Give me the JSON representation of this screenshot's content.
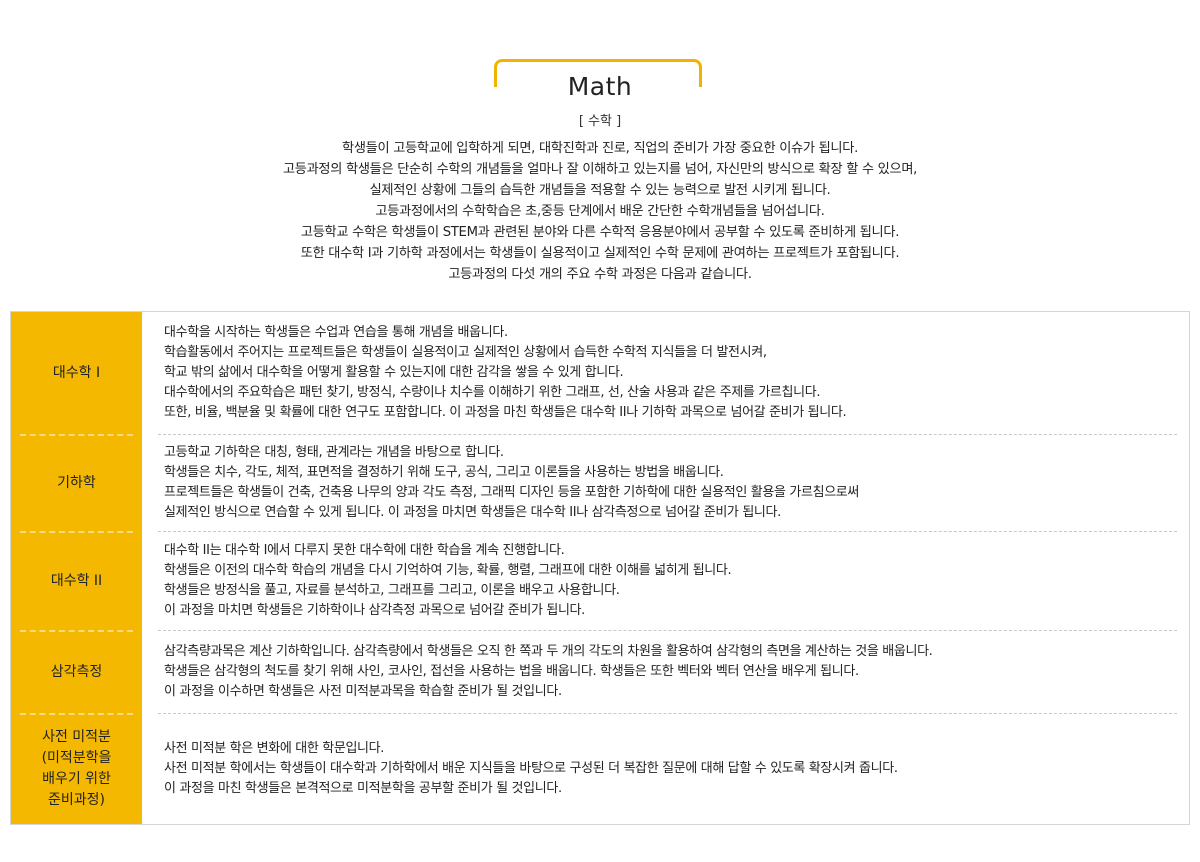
{
  "header": {
    "title": "Math",
    "subtitle": "[ 수학 ]",
    "intro": [
      "학생들이 고등학교에 입학하게 되면, 대학진학과 진로, 직업의 준비가 가장 중요한 이슈가 됩니다.",
      "고등과정의 학생들은 단순히 수학의 개념들을 얼마나 잘 이해하고 있는지를 넘어, 자신만의 방식으로 확장 할 수 있으며,",
      "실제적인 상황에 그들의 습득한 개념들을 적용할 수 있는 능력으로 발전 시키게 됩니다.",
      "고등과정에서의 수학학습은 초,중등 단계에서 배운 간단한 수학개념들을 넘어섭니다.",
      "고등학교 수학은 학생들이 STEM과 관련된 분야와 다른 수학적 응용분야에서 공부할 수 있도록 준비하게 됩니다.",
      "또한 대수학 I과 기하학 과정에서는 학생들이 실용적이고 실제적인 수학 문제에 관여하는 프로젝트가 포함됩니다.",
      "고등과정의 다섯 개의 주요 수학 과정은 다음과 같습니다."
    ]
  },
  "courses": [
    {
      "label": "대수학 I",
      "lines": [
        "대수학을 시작하는 학생들은 수업과 연습을 통해 개념을 배웁니다.",
        "학습활동에서 주어지는 프로젝트들은 학생들이 실용적이고 실제적인 상황에서 습득한 수학적 지식들을 더 발전시켜,",
        "학교 밖의 삶에서 대수학을 어떻게 활용할 수 있는지에 대한 감각을 쌓을 수 있게 합니다.",
        "대수학에서의 주요학습은 패턴 찾기, 방정식, 수량이나 치수를 이해하기 위한 그래프, 선, 산술 사용과 같은 주제를 가르칩니다.",
        "또한, 비율, 백분율 및 확률에 대한 연구도 포함합니다. 이 과정을 마친 학생들은 대수학 II나 기하학 과목으로 넘어갈 준비가 됩니다."
      ]
    },
    {
      "label": "기하학",
      "lines": [
        "고등학교 기하학은 대칭, 형태, 관계라는 개념을 바탕으로 합니다.",
        "학생들은 치수, 각도, 체적, 표면적을 결정하기 위해 도구, 공식, 그리고 이론들을 사용하는 방법을 배웁니다.",
        "프로젝트들은 학생들이 건축, 건축용 나무의 양과 각도 측정, 그래픽 디자인 등을 포함한 기하학에 대한 실용적인 활용을 가르침으로써",
        "실제적인 방식으로 연습할 수 있게 됩니다. 이 과정을 마치면 학생들은 대수학 II나 삼각측정으로 넘어갈 준비가 됩니다."
      ]
    },
    {
      "label": "대수학 II",
      "lines": [
        "대수학 II는 대수학 I에서 다루지 못한 대수학에 대한 학습을 계속 진행합니다.",
        "학생들은 이전의 대수학 학습의 개념을 다시 기억하여 기능, 확률, 행렬, 그래프에 대한 이해를 넓히게 됩니다.",
        "학생들은 방정식을 풀고, 자료를 분석하고, 그래프를 그리고, 이론을 배우고 사용합니다.",
        "이 과정을 마치면 학생들은 기하학이나 삼각측정 과목으로 넘어갈 준비가 됩니다."
      ]
    },
    {
      "label": "삼각측정",
      "lines": [
        "삼각측량과목은 계산 기하학입니다. 삼각측량에서 학생들은 오직 한 쪽과 두 개의 각도의 차원을 활용하여 삼각형의 측면을 계산하는 것을 배웁니다.",
        "학생들은 삼각형의 척도를 찾기 위해 사인, 코사인, 접선을 사용하는 법을 배웁니다. 학생들은 또한 벡터와 벡터 연산을 배우게 됩니다.",
        "이 과정을 이수하면 학생들은 사전 미적분과목을 학습할 준비가 될 것입니다."
      ]
    },
    {
      "label": "사전 미적분\n(미적분학을\n배우기 위한\n준비과정)",
      "label_lines": [
        "사전 미적분",
        "(미적분학을",
        "배우기 위한",
        "준비과정)"
      ],
      "lines": [
        "사전 미적분 학은 변화에 대한 학문입니다.",
        "사전 미적분 학에서는 학생들이 대수학과 기하학에서 배운 지식들을 바탕으로 구성된 더 복잡한 질문에 대해 답할 수 있도록 확장시켜 줍니다.",
        "이 과정을 마친 학생들은 본격적으로 미적분학을 공부할 준비가   될 것입니다."
      ]
    }
  ],
  "colors": {
    "accent": "#f5b800",
    "bracket": "#f0b400",
    "text": "#222222"
  }
}
